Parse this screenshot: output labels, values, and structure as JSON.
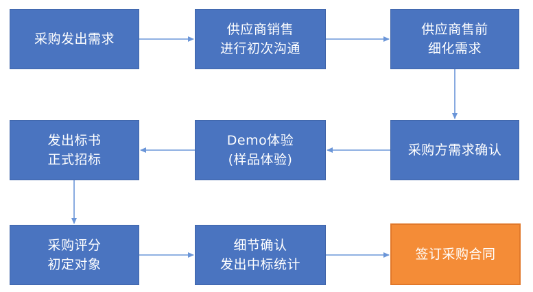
{
  "colors": {
    "box": "#4a74c0",
    "box_border": "#3f64a8",
    "final_box": "#f48c37",
    "arrow": "#6a95d8",
    "text": "#ffffff",
    "background": "#ffffff"
  },
  "steps": [
    {
      "line1": "采购发出需求",
      "line2": ""
    },
    {
      "line1": "供应商销售",
      "line2": "进行初次沟通"
    },
    {
      "line1": "供应商售前",
      "line2": "细化需求"
    },
    {
      "line1": "采购方需求确认",
      "line2": ""
    },
    {
      "line1": "Demo体验",
      "line2": "(样品体验)"
    },
    {
      "line1": "发出标书",
      "line2": "正式招标"
    },
    {
      "line1": "采购评分",
      "line2": "初定对象"
    },
    {
      "line1": "细节确认",
      "line2": "发出中标统计"
    },
    {
      "line1": "签订采购合同",
      "line2": ""
    }
  ]
}
